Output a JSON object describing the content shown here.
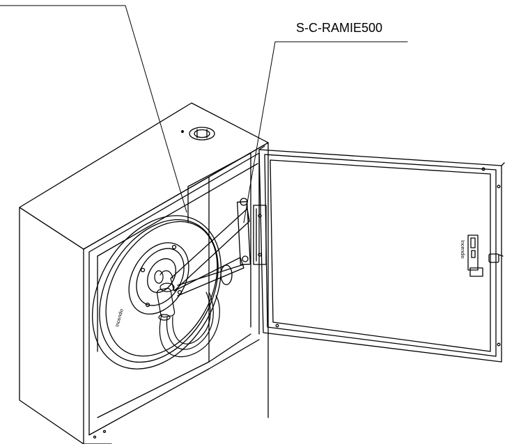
{
  "callout": {
    "label": "S-C-RAMIE500"
  },
  "reel_brand_text": "Incendio",
  "door_brand_text": "Incendio",
  "colors": {
    "line": "#000000",
    "background": "#ffffff"
  }
}
